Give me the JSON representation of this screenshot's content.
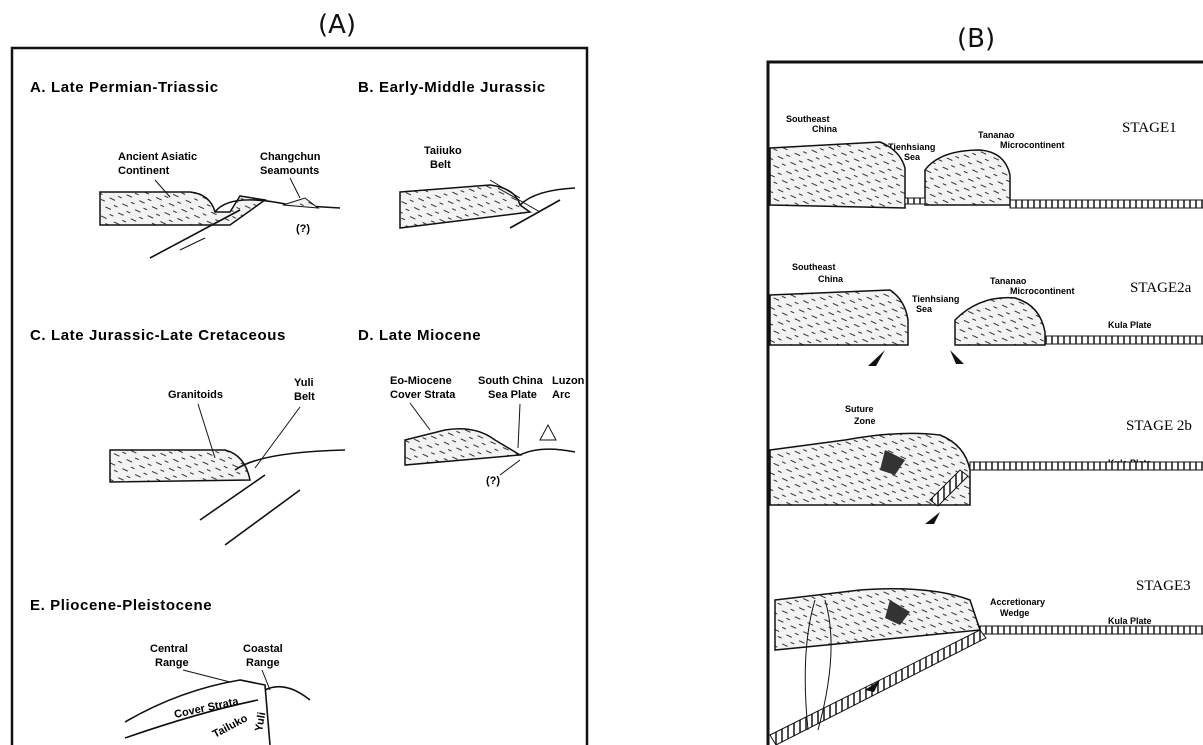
{
  "panelA": {
    "title": "(A)",
    "stages": [
      {
        "heading": "A. Late Permian-Triassic",
        "labels": [
          "Ancient Asiatic",
          "Continent",
          "Changchun",
          "Seamounts",
          "(?)"
        ]
      },
      {
        "heading": "B. Early-Middle Jurassic",
        "labels": [
          "Taiiuko",
          "Belt"
        ]
      },
      {
        "heading": "C. Late Jurassic-Late Cretaceous",
        "labels": [
          "Granitoids",
          "Yuli",
          "Belt"
        ]
      },
      {
        "heading": "D. Late Miocene",
        "labels": [
          "Eo-Miocene",
          "Cover Strata",
          "South China",
          "Sea Plate",
          "Luzon",
          "Arc",
          "(?)"
        ]
      },
      {
        "heading": "E. Pliocene-Pleistocene",
        "labels": [
          "Central",
          "Range",
          "Coastal",
          "Range",
          "Cover Strata",
          "Tailuko",
          "Yuli"
        ]
      }
    ]
  },
  "panelB": {
    "title": "(B)",
    "stages": [
      {
        "name": "STAGE1",
        "labels": [
          "Southeast",
          "China",
          "Tienhsiang",
          "Sea",
          "Tananao",
          "Microcontinent"
        ]
      },
      {
        "name": "STAGE2a",
        "labels": [
          "Southeast",
          "China",
          "Tienhsiang",
          "Sea",
          "Tananao",
          "Microcontinent",
          "Kula Plate"
        ]
      },
      {
        "name": "STAGE 2b",
        "labels": [
          "Suture",
          "Zone",
          "Kula Plate"
        ]
      },
      {
        "name": "STAGE3",
        "labels": [
          "Accretionary",
          "Wedge",
          "Kula Plate"
        ]
      }
    ]
  }
}
